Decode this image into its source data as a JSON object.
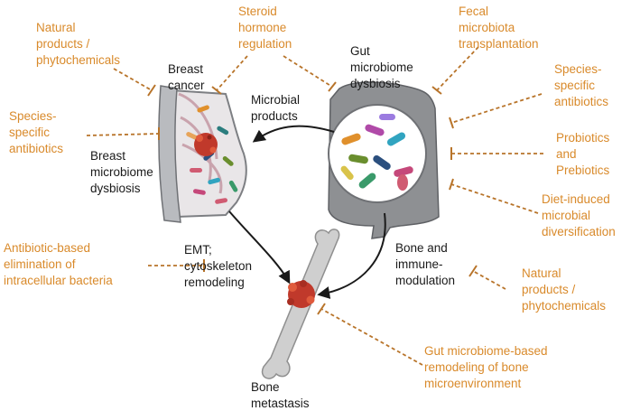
{
  "colors": {
    "therapy_text": "#d98a2b",
    "inhibit_line": "#b8742a",
    "flow_arrow": "#1a1a1a",
    "breast_tissue": "#c7c9cc",
    "gut": "#8e9093",
    "bone": "#cfcfcf",
    "tumor": "#c0392b"
  },
  "icons": [
    "breast-cross-section-icon",
    "tumor-icon",
    "gut-icon",
    "microbiota-lens-icon",
    "bone-icon",
    "bone-tumor-icon"
  ],
  "labels": {
    "breast_cancer": "Breast\ncancer",
    "breast_dysbiosis": "Breast\nmicrobiome\ndysbiosis",
    "gut_dysbiosis": "Gut\nmicrobiome\ndysbiosis",
    "microbial_products": "Microbial\nproducts",
    "emt": "EMT;\ncytoskeleton\nremodeling",
    "bone_immune": "Bone and\nimmune-\nmodulation",
    "bone_metastasis": "Bone\nmetastasis"
  },
  "therapies": {
    "natural_products_top": "Natural\nproducts /\nphytochemicals",
    "steroid_hormone": "Steroid\nhormone\nregulation",
    "fecal_microbiota": "Fecal\nmicrobiota\ntransplantation",
    "species_antibiotics_left": "Species-\nspecific\nantibiotics",
    "species_antibiotics_right": "Species-\nspecific\nantibiotics",
    "probiotics": "Probiotics\nand\nPrebiotics",
    "diet_induced": "Diet-induced\nmicrobial\ndiversification",
    "antibiotic_elimination": "Antibiotic-based\nelimination of\nintracellular bacteria",
    "natural_products_bottom": "Natural\nproducts /\nphytochemicals",
    "gut_bone_remodeling": "Gut microbiome-based\nremodeling of bone\nmicroenvironment"
  }
}
